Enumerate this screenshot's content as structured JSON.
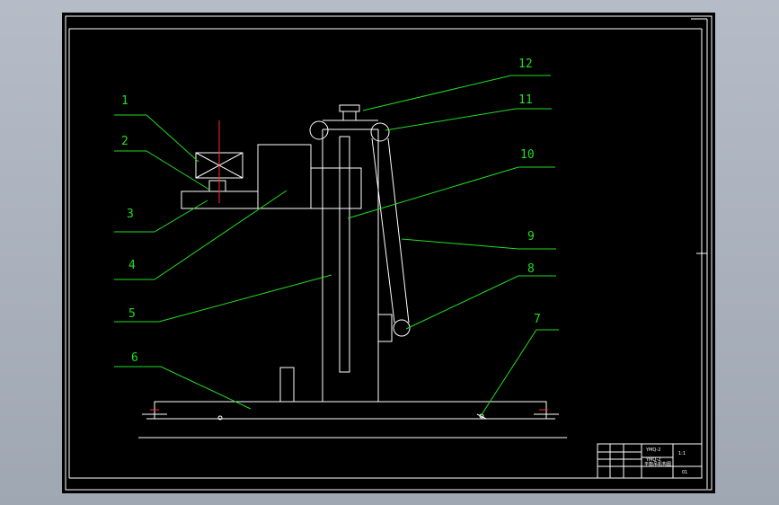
{
  "drawing": {
    "balloons": [
      "1",
      "2",
      "3",
      "4",
      "5",
      "6",
      "7",
      "8",
      "9",
      "10",
      "11",
      "12"
    ],
    "title_block": {
      "drawing_no": "YMQ-2",
      "title_line1": "YMQ-2",
      "title_line2": "平衡吊机构图",
      "sheet": "01",
      "scale": "1:1"
    }
  }
}
